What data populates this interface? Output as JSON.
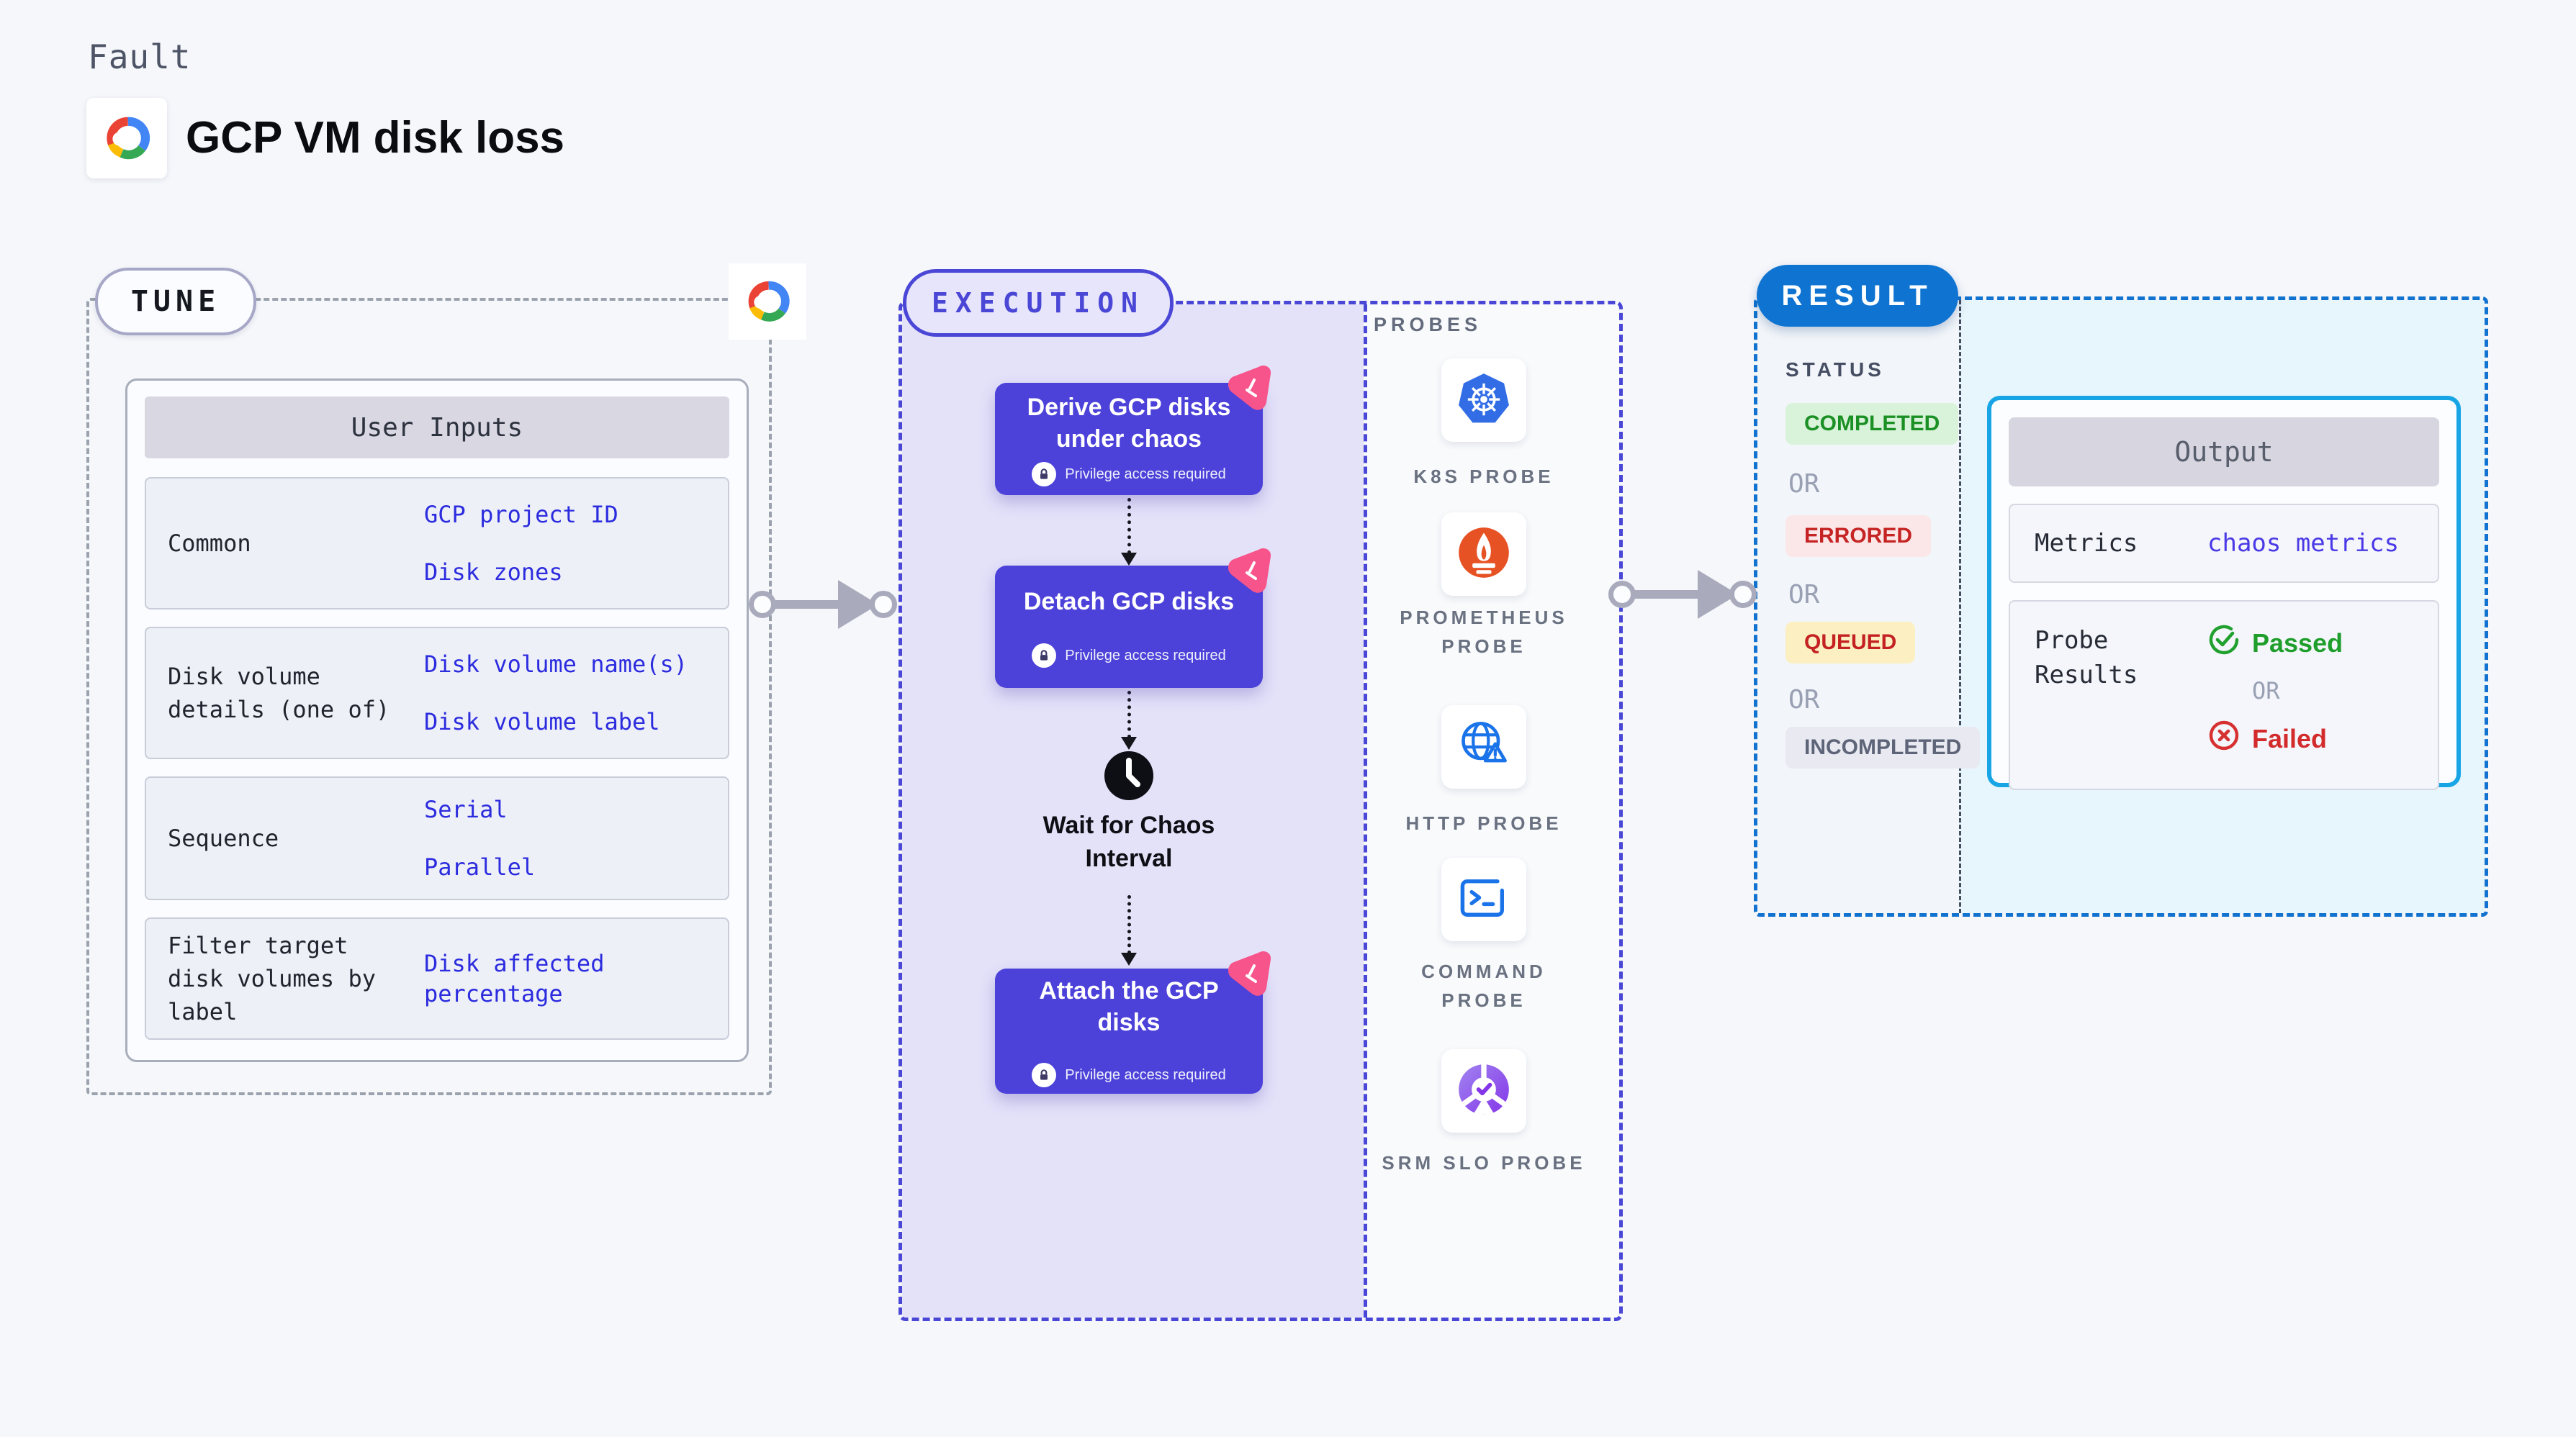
{
  "header": {
    "kind_label": "Fault",
    "title": "GCP VM disk loss"
  },
  "tune": {
    "badge": "TUNE",
    "user_inputs": {
      "title": "User Inputs",
      "rows": [
        {
          "label": "Common",
          "values": [
            "GCP project ID",
            "Disk zones"
          ]
        },
        {
          "label": "Disk volume details (one of)",
          "values": [
            "Disk volume name(s)",
            "Disk volume label"
          ]
        },
        {
          "label": "Sequence",
          "values": [
            "Serial",
            "Parallel"
          ]
        },
        {
          "label": "Filter target disk volumes by label",
          "values": [
            "Disk affected percentage"
          ]
        }
      ]
    }
  },
  "execution": {
    "badge": "EXECUTION",
    "privilege_label": "Privilege access required",
    "nodes": [
      {
        "title": "Derive GCP disks under chaos"
      },
      {
        "title": "Detach GCP disks"
      },
      {
        "title": "Attach the GCP disks"
      }
    ],
    "wait_step": {
      "label": "Wait for Chaos Interval",
      "icon": "clock-icon"
    }
  },
  "probes": {
    "label": "PROBES",
    "items": [
      {
        "name": "K8S PROBE",
        "icon": "kubernetes-icon"
      },
      {
        "name": "PROMETHEUS PROBE",
        "icon": "prometheus-icon"
      },
      {
        "name": "HTTP PROBE",
        "icon": "http-globe-icon"
      },
      {
        "name": "COMMAND PROBE",
        "icon": "terminal-icon"
      },
      {
        "name": "SRM SLO PROBE",
        "icon": "srm-slo-icon"
      }
    ]
  },
  "result": {
    "badge": "RESULT",
    "status_label": "STATUS",
    "or_label": "OR",
    "statuses": [
      {
        "label": "COMPLETED",
        "kind": "success"
      },
      {
        "label": "ERRORED",
        "kind": "error"
      },
      {
        "label": "QUEUED",
        "kind": "warning"
      },
      {
        "label": "INCOMPLETED",
        "kind": "muted"
      }
    ],
    "output": {
      "title": "Output",
      "metrics_label": "Metrics",
      "metrics_value": "chaos metrics",
      "probe_results_label": "Probe Results",
      "passed_label": "Passed",
      "failed_label": "Failed"
    }
  },
  "colors": {
    "accent_indigo": "#4a46d6",
    "node_purple": "#4c41d9",
    "result_blue": "#0f74d1",
    "output_border": "#17a5e6",
    "success_green": "#1f9e2c",
    "error_red": "#d32b2b",
    "link_blue": "#2c2cdf",
    "arrow_gray": "#a9abbd",
    "chaos_pink": "#f8548c"
  }
}
